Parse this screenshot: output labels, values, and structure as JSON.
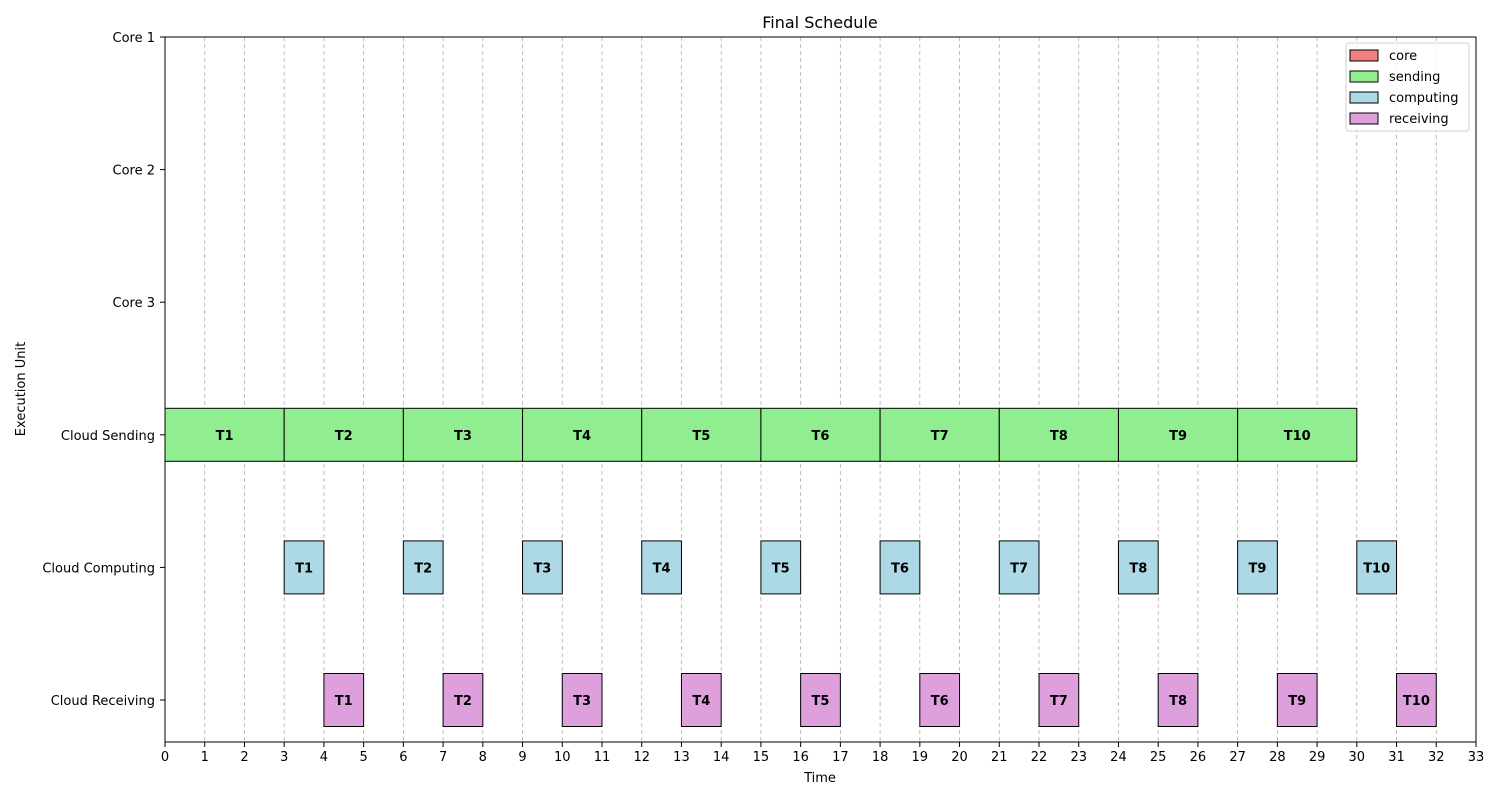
{
  "chart_data": {
    "type": "gantt",
    "title": "Final Schedule",
    "xlabel": "Time",
    "ylabel": "Execution Unit",
    "xlim": [
      0,
      33
    ],
    "xticks": [
      0,
      1,
      2,
      3,
      4,
      5,
      6,
      7,
      8,
      9,
      10,
      11,
      12,
      13,
      14,
      15,
      16,
      17,
      18,
      19,
      20,
      21,
      22,
      23,
      24,
      25,
      26,
      27,
      28,
      29,
      30,
      31,
      32,
      33
    ],
    "rows": [
      "Core 1",
      "Core 2",
      "Core 3",
      "Cloud Sending",
      "Cloud Computing",
      "Cloud Receiving"
    ],
    "grid": {
      "vertical": true,
      "style": "dashed"
    },
    "legend": {
      "position": "top-right",
      "entries": [
        {
          "name": "core",
          "color": "#f08080"
        },
        {
          "name": "sending",
          "color": "#90ee90"
        },
        {
          "name": "computing",
          "color": "#add8e6"
        },
        {
          "name": "receiving",
          "color": "#dda0dd"
        }
      ]
    },
    "tasks": [
      {
        "row": "Cloud Sending",
        "label": "T1",
        "start": 0,
        "end": 3,
        "kind": "sending"
      },
      {
        "row": "Cloud Sending",
        "label": "T2",
        "start": 3,
        "end": 6,
        "kind": "sending"
      },
      {
        "row": "Cloud Sending",
        "label": "T3",
        "start": 6,
        "end": 9,
        "kind": "sending"
      },
      {
        "row": "Cloud Sending",
        "label": "T4",
        "start": 9,
        "end": 12,
        "kind": "sending"
      },
      {
        "row": "Cloud Sending",
        "label": "T5",
        "start": 12,
        "end": 15,
        "kind": "sending"
      },
      {
        "row": "Cloud Sending",
        "label": "T6",
        "start": 15,
        "end": 18,
        "kind": "sending"
      },
      {
        "row": "Cloud Sending",
        "label": "T7",
        "start": 18,
        "end": 21,
        "kind": "sending"
      },
      {
        "row": "Cloud Sending",
        "label": "T8",
        "start": 21,
        "end": 24,
        "kind": "sending"
      },
      {
        "row": "Cloud Sending",
        "label": "T9",
        "start": 24,
        "end": 27,
        "kind": "sending"
      },
      {
        "row": "Cloud Sending",
        "label": "T10",
        "start": 27,
        "end": 30,
        "kind": "sending"
      },
      {
        "row": "Cloud Computing",
        "label": "T1",
        "start": 3,
        "end": 4,
        "kind": "computing"
      },
      {
        "row": "Cloud Computing",
        "label": "T2",
        "start": 6,
        "end": 7,
        "kind": "computing"
      },
      {
        "row": "Cloud Computing",
        "label": "T3",
        "start": 9,
        "end": 10,
        "kind": "computing"
      },
      {
        "row": "Cloud Computing",
        "label": "T4",
        "start": 12,
        "end": 13,
        "kind": "computing"
      },
      {
        "row": "Cloud Computing",
        "label": "T5",
        "start": 15,
        "end": 16,
        "kind": "computing"
      },
      {
        "row": "Cloud Computing",
        "label": "T6",
        "start": 18,
        "end": 19,
        "kind": "computing"
      },
      {
        "row": "Cloud Computing",
        "label": "T7",
        "start": 21,
        "end": 22,
        "kind": "computing"
      },
      {
        "row": "Cloud Computing",
        "label": "T8",
        "start": 24,
        "end": 25,
        "kind": "computing"
      },
      {
        "row": "Cloud Computing",
        "label": "T9",
        "start": 27,
        "end": 28,
        "kind": "computing"
      },
      {
        "row": "Cloud Computing",
        "label": "T10",
        "start": 30,
        "end": 31,
        "kind": "computing"
      },
      {
        "row": "Cloud Receiving",
        "label": "T1",
        "start": 4,
        "end": 5,
        "kind": "receiving"
      },
      {
        "row": "Cloud Receiving",
        "label": "T2",
        "start": 7,
        "end": 8,
        "kind": "receiving"
      },
      {
        "row": "Cloud Receiving",
        "label": "T3",
        "start": 10,
        "end": 11,
        "kind": "receiving"
      },
      {
        "row": "Cloud Receiving",
        "label": "T4",
        "start": 13,
        "end": 14,
        "kind": "receiving"
      },
      {
        "row": "Cloud Receiving",
        "label": "T5",
        "start": 16,
        "end": 17,
        "kind": "receiving"
      },
      {
        "row": "Cloud Receiving",
        "label": "T6",
        "start": 19,
        "end": 20,
        "kind": "receiving"
      },
      {
        "row": "Cloud Receiving",
        "label": "T7",
        "start": 22,
        "end": 23,
        "kind": "receiving"
      },
      {
        "row": "Cloud Receiving",
        "label": "T8",
        "start": 25,
        "end": 26,
        "kind": "receiving"
      },
      {
        "row": "Cloud Receiving",
        "label": "T9",
        "start": 28,
        "end": 29,
        "kind": "receiving"
      },
      {
        "row": "Cloud Receiving",
        "label": "T10",
        "start": 31,
        "end": 32,
        "kind": "receiving"
      }
    ]
  }
}
